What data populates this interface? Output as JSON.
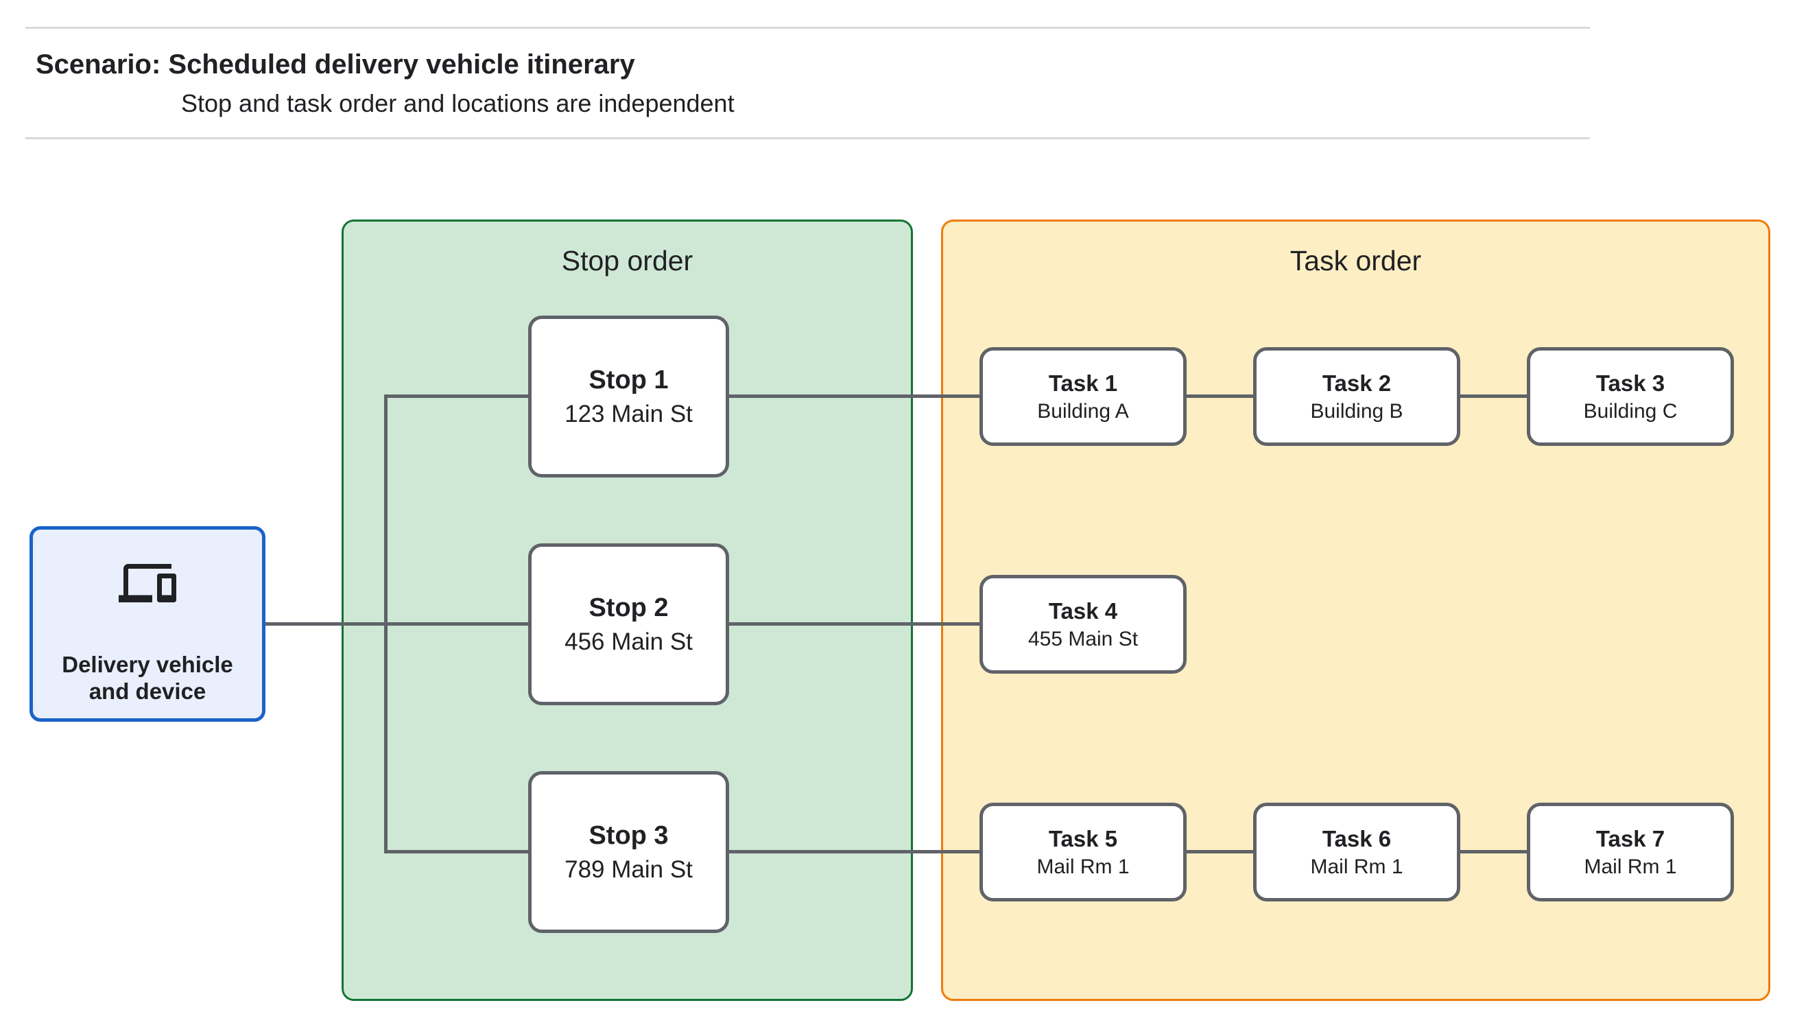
{
  "header": {
    "title": "Scenario: Scheduled delivery vehicle itinerary",
    "subtitle": "Stop and task order and locations are independent"
  },
  "vehicle": {
    "label": "Delivery vehicle and device",
    "icon": "devices-icon"
  },
  "panels": {
    "stops": {
      "label": "Stop order"
    },
    "tasks": {
      "label": "Task order"
    }
  },
  "stops": [
    {
      "name": "Stop 1",
      "location": "123 Main St"
    },
    {
      "name": "Stop 2",
      "location": "456 Main St"
    },
    {
      "name": "Stop 3",
      "location": "789 Main St"
    }
  ],
  "tasks": [
    {
      "name": "Task 1",
      "location": "Building A"
    },
    {
      "name": "Task 2",
      "location": "Building B"
    },
    {
      "name": "Task 3",
      "location": "Building C"
    },
    {
      "name": "Task 4",
      "location": "455 Main St"
    },
    {
      "name": "Task 5",
      "location": "Mail Rm 1"
    },
    {
      "name": "Task 6",
      "location": "Mail Rm 1"
    },
    {
      "name": "Task 7",
      "location": "Mail Rm 1"
    }
  ],
  "colors": {
    "stop_panel_fill": "#cfe8d6",
    "stop_panel_border": "#137333",
    "task_panel_fill": "#fdeec3",
    "task_panel_border": "#ef7c0a",
    "vehicle_fill": "#e9effc",
    "vehicle_border": "#1a63c9",
    "connector": "#5f6368",
    "divider": "#d9d9d9",
    "text": "#202124"
  }
}
